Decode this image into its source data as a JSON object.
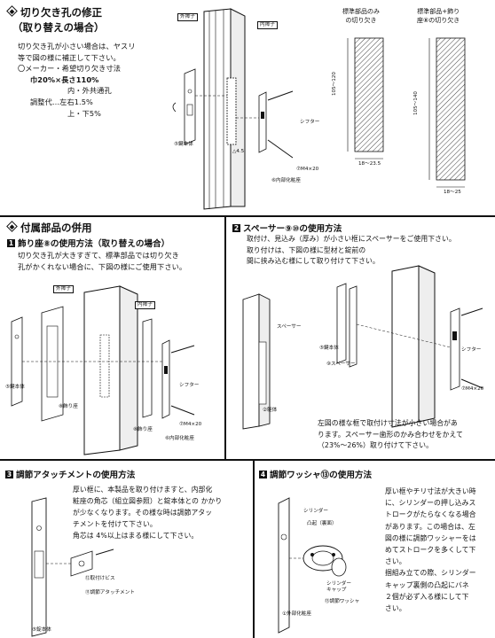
{
  "section_notch": {
    "title": "切り欠き孔の修正",
    "subtitle": "（取り替えの場合）",
    "body": [
      "切り欠き孔が小さい場合は、ヤスリ",
      "等で図の様に補正して下さい。"
    ],
    "maker_line": "〇メーカー・希望切り欠き寸法",
    "width_line": "巾20%×長さ110%",
    "inside_line": "内・外共通孔",
    "adjust_label": "調整代…左右1.5%",
    "adjust_vert": "上・下5%",
    "fig_labels": {
      "outer": "外障子",
      "inner": "内障子",
      "shifter": "シフター",
      "screw": "⑦M4×20",
      "lockbody": "⑤鍵本体",
      "plate": "⑥内部化粧座",
      "dim": "△4.5"
    },
    "std_title": [
      "標準部品のみ",
      "の切り欠き"
    ],
    "std_plus_title": [
      "標準部品+飾り",
      "座⑧の切り欠き"
    ],
    "std_v": "105〜120",
    "std_h": "18〜23.5",
    "plus_v": "105〜140",
    "plus_h": "18〜25"
  },
  "section_accessory": {
    "title": "付属部品の併用",
    "sub1_num": "1",
    "sub1_title": "飾り座⑧の使用方法（取り替えの場合）",
    "sub1_body": [
      "切り欠き孔が大きすぎて、標準部品では切り欠き",
      "孔がかくれない場合に、下図の様にご使用下さい。"
    ],
    "fig_labels": {
      "outer": "外障子",
      "inner": "内障子",
      "lockbody": "⑤鍵本体",
      "deco": "⑧飾り座",
      "deco2": "⑧飾り座",
      "shifter": "シフター",
      "screw": "⑦M4×20",
      "plate": "⑥内部化粧座"
    }
  },
  "section_spacer": {
    "num": "2",
    "title": "スペーサー⑨⑩の使用方法",
    "body": [
      "取付け、見込み（厚み）が小さい框にスペーサーをご使用下さい。",
      "取り付けは、下図の様に型材と錠前の",
      "間に挟み込む様にして取り付けて下さい。"
    ],
    "note": [
      "左図の様な框で取付け寸法が小さい場合があ",
      "ります。スペーサー歯形のかみ合わせをかえて",
      "（23%〜26%）取り付けて下さい。"
    ],
    "fig_labels": {
      "spacer": "スペーサー",
      "lockbody": "⑤鍵本体",
      "frame": "②躯体",
      "spacer2": "⑨スペーサー",
      "shifter": "シフター",
      "screw": "⑦M4×20"
    }
  },
  "section_attachment": {
    "num": "3",
    "title": "調節アタッチメントの使用方法",
    "body": [
      "厚い框に、本製品を取り付けますと、内部化",
      "粧座の角芯（組立図参照）と錠本体との かかり",
      "が少なくなります。その様な時は調節アタッ",
      "チメントを付けて下さい。",
      "角芯は 4%以上はまる様にして下さい。"
    ],
    "fig_labels": {
      "screw": "⑫取付けビス",
      "attach": "⑪調節アタッチメント",
      "lockbody": "⑤錠本体"
    }
  },
  "section_washer": {
    "num": "4",
    "title": "調節ワッシャ⑬の使用方法",
    "body": [
      "厚い框やチリ寸法が大きい時",
      "に、シリンダーの押し込みス",
      "トロークがたらなくなる場合",
      "があります。この場合は、左",
      "図の様に調節ワッシャーをは",
      "めてストロークを多くして下",
      "さい。",
      "掴組み立ての際、シリンダー",
      "キャップ裏側の凸起にバネ",
      "２個が必ず入る様にして下",
      "さい。"
    ],
    "fig_labels": {
      "cylinder": "シリンダー",
      "boss": "凸起（裏面）",
      "cap": "シリンダー",
      "cap2": "キャップ",
      "washer": "⑬調節ワッシャ",
      "plate": "①外部化粧座"
    }
  }
}
